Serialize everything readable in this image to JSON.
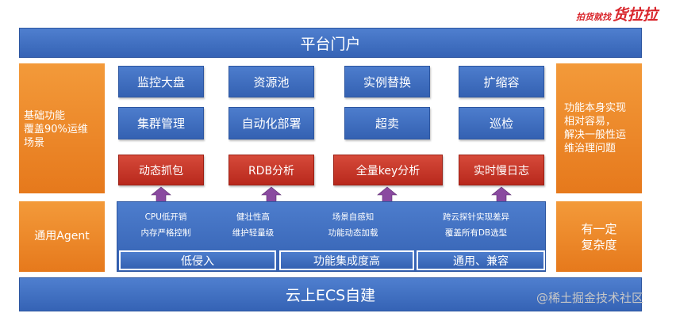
{
  "logo": {
    "small": "拍货就找",
    "big": "货拉拉"
  },
  "top_bar": "平台门户",
  "bottom_bar": "云上ECS自建",
  "left_panel": {
    "top": "基础功能\n覆盖90%运维\n场景",
    "bottom": "通用Agent"
  },
  "right_panel": {
    "top": "功能本身实现\n相对容易，\n解决一般性运\n维治理问题",
    "bottom": "有一定\n复杂度"
  },
  "blue_boxes": [
    "监控大盘",
    "资源池",
    "实例替换",
    "扩缩容",
    "集群管理",
    "自动化部署",
    "超卖",
    "巡检"
  ],
  "red_boxes": [
    "动态抓包",
    "RDB分析",
    "全量key分析",
    "实时慢日志"
  ],
  "agent_features": [
    "CPU低开销\n内存严格控制",
    "健壮性高\n维护轻量级",
    "场景自感知\n功能动态加载",
    "跨云探针实现差异\n覆盖所有DB选型"
  ],
  "agent_tags": [
    "低侵入",
    "功能集成度高",
    "通用、兼容"
  ],
  "watermark": "@稀土掘金技术社区",
  "colors": {
    "blue": "#3a68ba",
    "orange": "#ec8527",
    "red": "#c4352a",
    "arrow": "#8a4aa0"
  }
}
